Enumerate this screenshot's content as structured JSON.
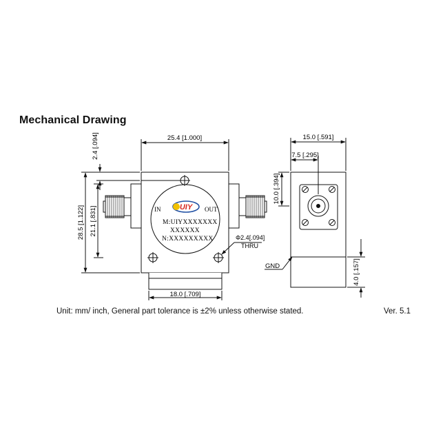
{
  "title": "Mechanical Drawing",
  "footer": {
    "unit_note": "Unit: mm/ inch, General part tolerance is ±2% unless otherwise stated.",
    "version": "Ver. 5.1"
  },
  "front_view": {
    "dim_width": "25.4 [1.000]",
    "dim_top_offset": "2.4 [.094]",
    "dim_height": "28.5 [1.122]",
    "dim_port_height": "21.1 [.831]",
    "dim_bottom": "18.0 [.709]",
    "hole_callout": "Φ2.4[.094]",
    "hole_callout_thru": "THRU",
    "label": {
      "in": "IN",
      "out": "OUT",
      "logo_text": "UIY",
      "model_line": "M:UIYXXXXXXX",
      "model_line2": "XXXXXX",
      "serial_line": "N:XXXXXXXXX"
    }
  },
  "side_view": {
    "dim_width": "15.0 [.591]",
    "dim_center": "7.5 [.295]",
    "dim_connector_height": "10.0 [.394]",
    "dim_base_height": "4.0 [.157]",
    "gnd_label": "GND"
  },
  "colors": {
    "line": "#111111",
    "logo_red": "#d7261e",
    "logo_blue": "#1f4fa3",
    "logo_yellow": "#f2c200"
  }
}
